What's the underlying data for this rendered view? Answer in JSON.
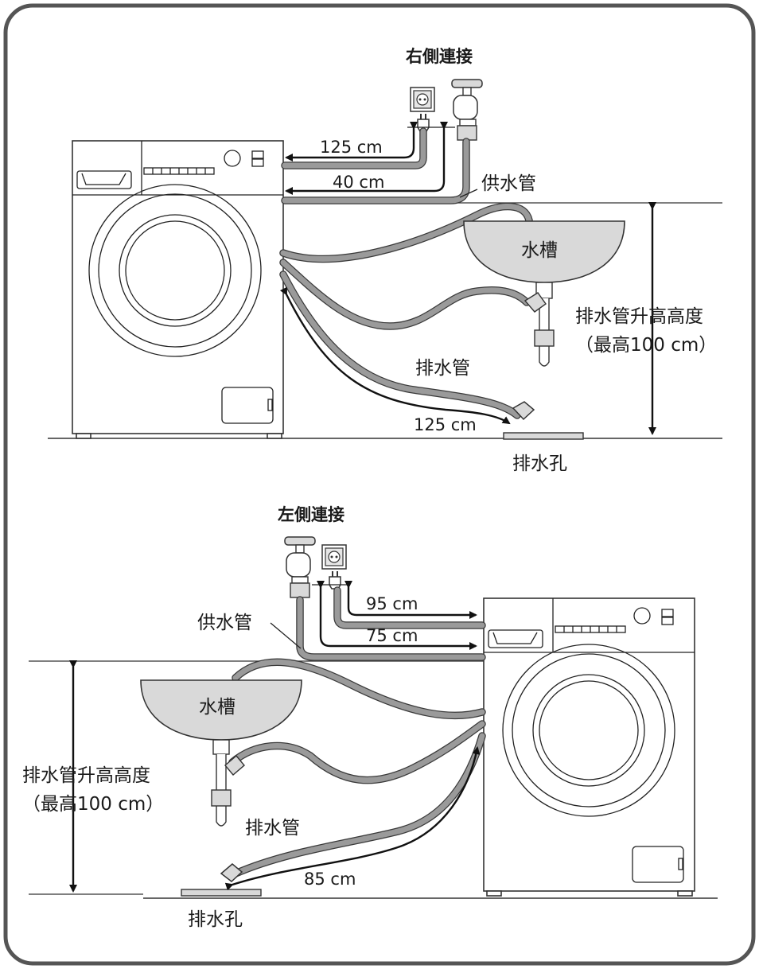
{
  "top": {
    "title": "右側連接",
    "dist_power": "125 cm",
    "dist_water": "40 cm",
    "supply_hose": "供水管",
    "sink": "水槽",
    "height_line1": "排水管升高高度",
    "height_line2": "（最高100 cm）",
    "drain_hose": "排水管",
    "dist_drain": "125 cm",
    "drain_hole": "排水孔"
  },
  "bottom": {
    "title": "左側連接",
    "dist_power": "95 cm",
    "dist_water": "75 cm",
    "supply_hose": "供水管",
    "sink": "水槽",
    "height_line1": "排水管升高高度",
    "height_line2": "（最高100 cm）",
    "drain_hose": "排水管",
    "dist_drain": "85 cm",
    "drain_hole": "排水孔"
  },
  "colors": {
    "frame": "#555555",
    "hose": "#9a9a9a",
    "sink": "#d9d9d9"
  }
}
